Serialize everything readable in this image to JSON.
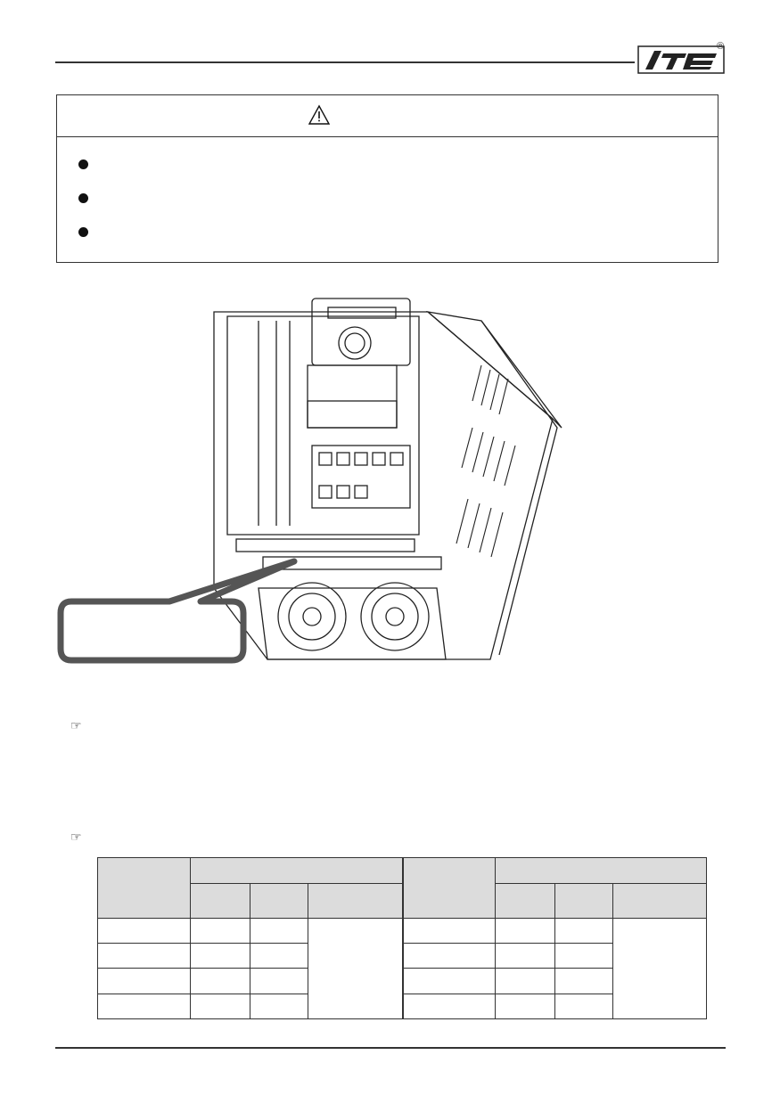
{
  "header": {
    "logo_icon": "company-logo-icon",
    "registered_mark": "®"
  },
  "caution": {
    "icon": "warning-triangle-icon",
    "bullet_count": 3
  },
  "figure": {
    "subject": "inverter-drive-illustration",
    "callout": "callout-bubble"
  },
  "notes": {
    "icon": "pointing-hand-icon",
    "glyph": "☞"
  },
  "table": {
    "header_fill": "#dcdcdc",
    "data_rows": 4
  }
}
